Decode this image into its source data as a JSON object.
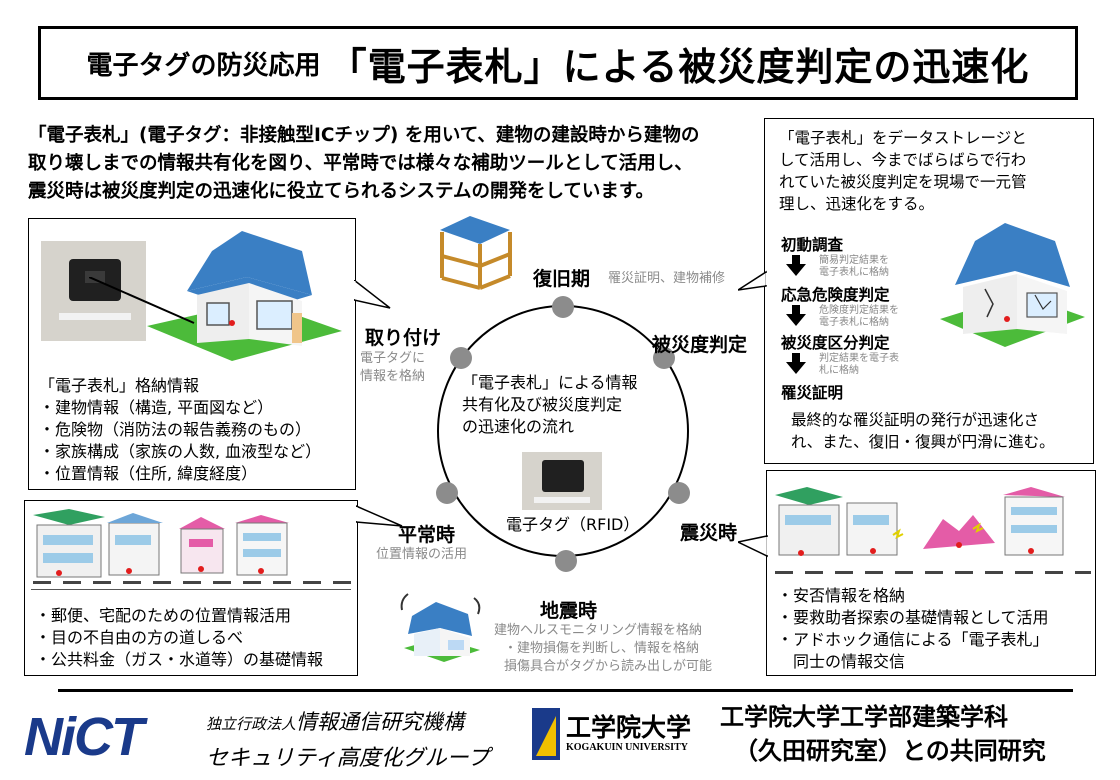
{
  "title": {
    "prefix": "電子タグの防災応用",
    "main": "「電子表札」による被災度判定の迅速化"
  },
  "intro": {
    "line1": "「電子表札」(電子タグ：非接触型ICチップ) を用いて、建物の建設時から建物の",
    "line2": "取り壊しまでの情報共有化を図り、平常時では様々な補助ツールとして活用し、",
    "line3": "震災時は被災度判定の迅速化に役立てられるシステムの開発をしています。"
  },
  "left_callout": {
    "heading": "「電子表札」格納情報",
    "items": [
      "・建物情報（構造, 平面図など）",
      "・危険物（消防法の報告義務のもの）",
      "・家族構成（家族の人数, 血液型など）",
      "・位置情報（住所, 緯度経度）"
    ]
  },
  "right_callout": {
    "line1": "「電子表札」をデータストレージと",
    "line2": "して活用し、今までばらばらで行わ",
    "line3": "れていた被災度判定を現場で一元管",
    "line4": "理し、迅速化をする。",
    "steps": [
      "初動調査",
      "応急危険度判定",
      "被災度区分判定",
      "罹災証明"
    ],
    "step_notes": [
      [
        "簡易判定結果を",
        "電子表札に格納"
      ],
      [
        "危険度判定結果を",
        "電子表札に格納"
      ],
      [
        "判定結果を電子表",
        "札に格納"
      ]
    ],
    "conclusion1": "最終的な罹災証明の発行が迅速化さ",
    "conclusion2": "れ、また、復旧・復興が円滑に進む。"
  },
  "cycle": {
    "center1": "「電子表札」による情報",
    "center2": "共有化及び被災度判定",
    "center3": "の迅速化の流れ",
    "tag_label": "電子タグ（RFID）",
    "stages": {
      "recovery": {
        "label": "復旧期",
        "note": "罹災証明、建物補修"
      },
      "assessment": {
        "label": "被災度判定"
      },
      "install": {
        "label": "取り付け",
        "note1": "電子タグに",
        "note2": "情報を格納"
      },
      "normal": {
        "label": "平常時",
        "note": "位置情報の活用"
      },
      "disaster": {
        "label": "震災時"
      },
      "quake": {
        "label": "地震時",
        "note1": "建物ヘルスモニタリング情報を格納",
        "note2": "・建物損傷を判断し、情報を格納",
        "note3": "損傷具合がタグから読み出しが可能"
      }
    }
  },
  "bottom_left_callout": {
    "items": [
      "・郵便、宅配のための位置情報活用",
      "・目の不自由の方の道しるべ",
      "・公共料金（ガス・水道等）の基礎情報"
    ]
  },
  "bottom_right_callout": {
    "items": [
      "・安否情報を格納",
      "・要救助者探索の基礎情報として活用",
      "・アドホック通信による「電子表札」",
      "　同士の情報交信"
    ]
  },
  "footer": {
    "nict_logo": "NiCT",
    "org_line1_small": "独立行政法人",
    "org_line1_big": "情報通信研究機構",
    "org_line2": "セキュリティ高度化グループ",
    "univ_logo": "工学院大学",
    "univ_logo_en": "KOGAKUIN UNIVERSITY",
    "collab1": "工学院大学工学部建築学科",
    "collab2": "（久田研究室）との共同研究"
  },
  "colors": {
    "roof": "#3a7fc4",
    "lawn": "#4cbb3a",
    "nict_blue": "#1a3a8a",
    "node_gray": "#8c8c8c"
  }
}
